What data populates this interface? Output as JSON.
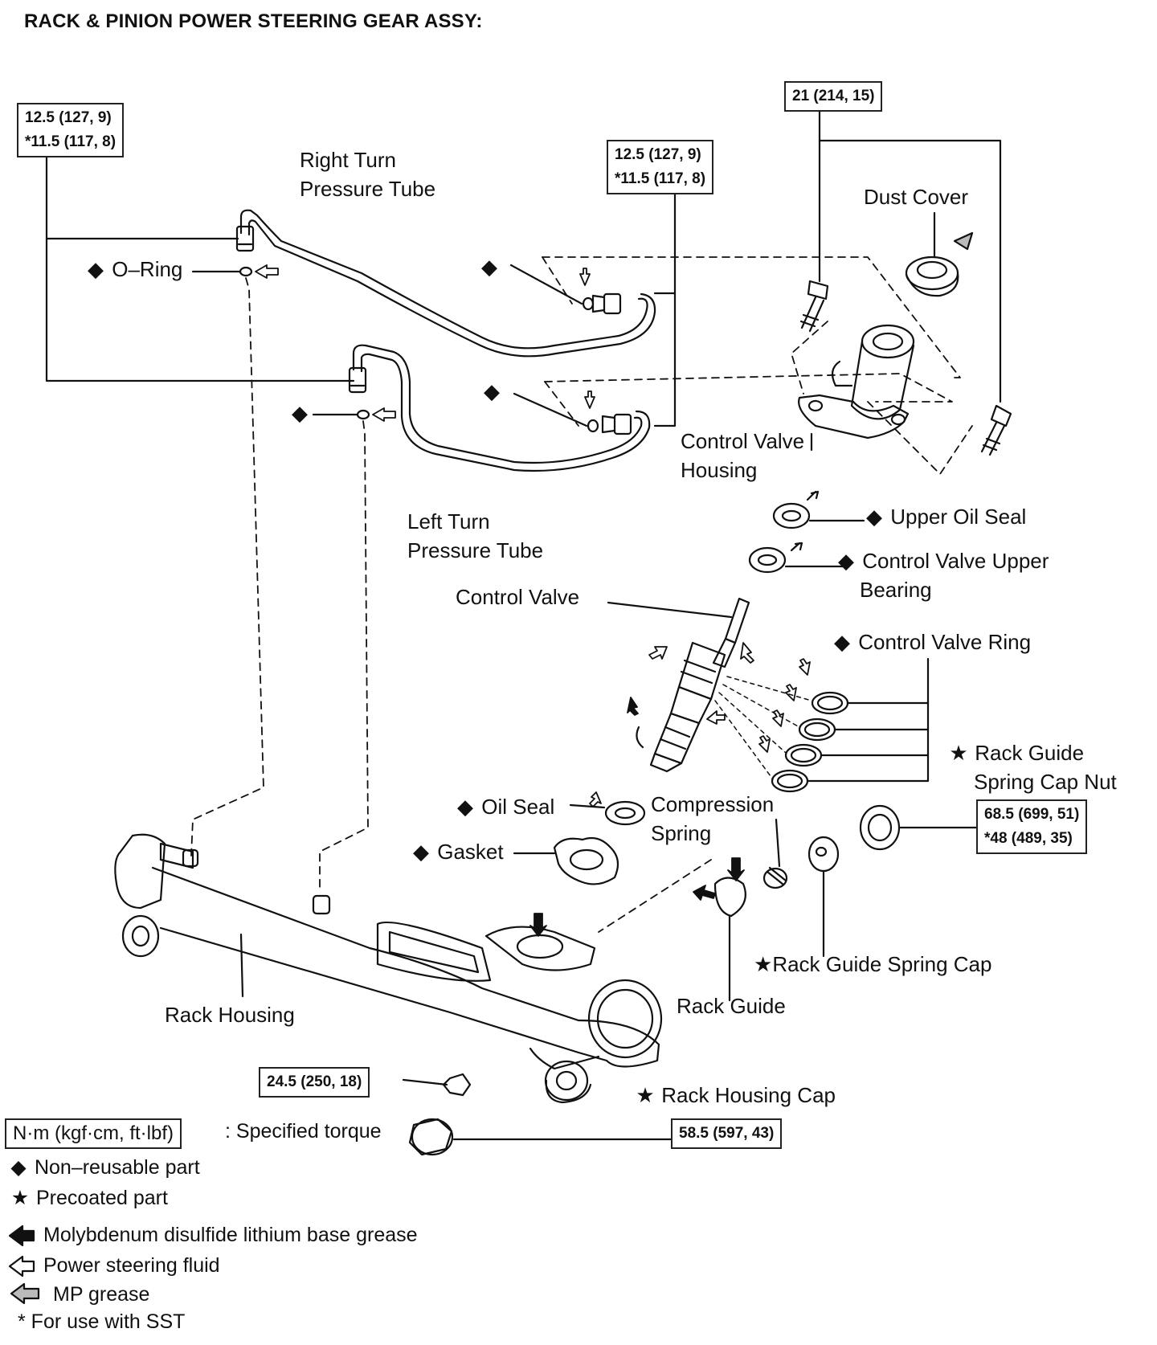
{
  "title": "RACK & PINION POWER STEERING GEAR ASSY:",
  "labels": {
    "right_turn_tube_1": "Right Turn",
    "right_turn_tube_2": "Pressure Tube",
    "o_ring": "O–Ring",
    "dust_cover": "Dust Cover",
    "control_valve_housing_1": "Control Valve",
    "control_valve_housing_2": "Housing",
    "left_turn_tube_1": "Left Turn",
    "left_turn_tube_2": "Pressure Tube",
    "upper_oil_seal": "Upper Oil Seal",
    "cv_upper_bearing_1": "Control Valve Upper",
    "cv_upper_bearing_2": "Bearing",
    "control_valve": "Control Valve",
    "control_valve_ring": "Control Valve Ring",
    "rack_guide_spring_cap_nut_1": "Rack Guide",
    "rack_guide_spring_cap_nut_2": "Spring Cap Nut",
    "oil_seal": "Oil Seal",
    "compression_spring_1": "Compression",
    "compression_spring_2": "Spring",
    "gasket": "Gasket",
    "rack_guide_spring_cap": "Rack Guide Spring Cap",
    "rack_guide": "Rack Guide",
    "rack_housing": "Rack Housing",
    "rack_housing_cap": "Rack Housing Cap"
  },
  "torques": {
    "left_1": "12.5 (127, 9)",
    "left_2": "*11.5 (117, 8)",
    "center_1": "12.5 (127, 9)",
    "center_2": "*11.5 (117, 8)",
    "bolt": "21 (214, 15)",
    "cap_nut_1": "68.5 (699, 51)",
    "cap_nut_2": "*48 (489, 35)",
    "nut": "24.5 (250, 18)",
    "housing_cap": "58.5 (597, 43)"
  },
  "symbols": {
    "diamond": "◆",
    "star": "★",
    "star_tight": "★"
  },
  "legend": {
    "unit_box": "N·m (kgf·cm, ft·lbf)",
    "specified_torque": ": Specified torque",
    "non_reusable": "Non–reusable part",
    "precoated": "Precoated part",
    "moly_grease": "Molybdenum disulfide lithium base grease",
    "ps_fluid": "Power steering fluid",
    "mp_grease": "MP grease",
    "sst": "* For use with SST"
  },
  "colors": {
    "ink": "#111111",
    "paper": "#ffffff"
  }
}
